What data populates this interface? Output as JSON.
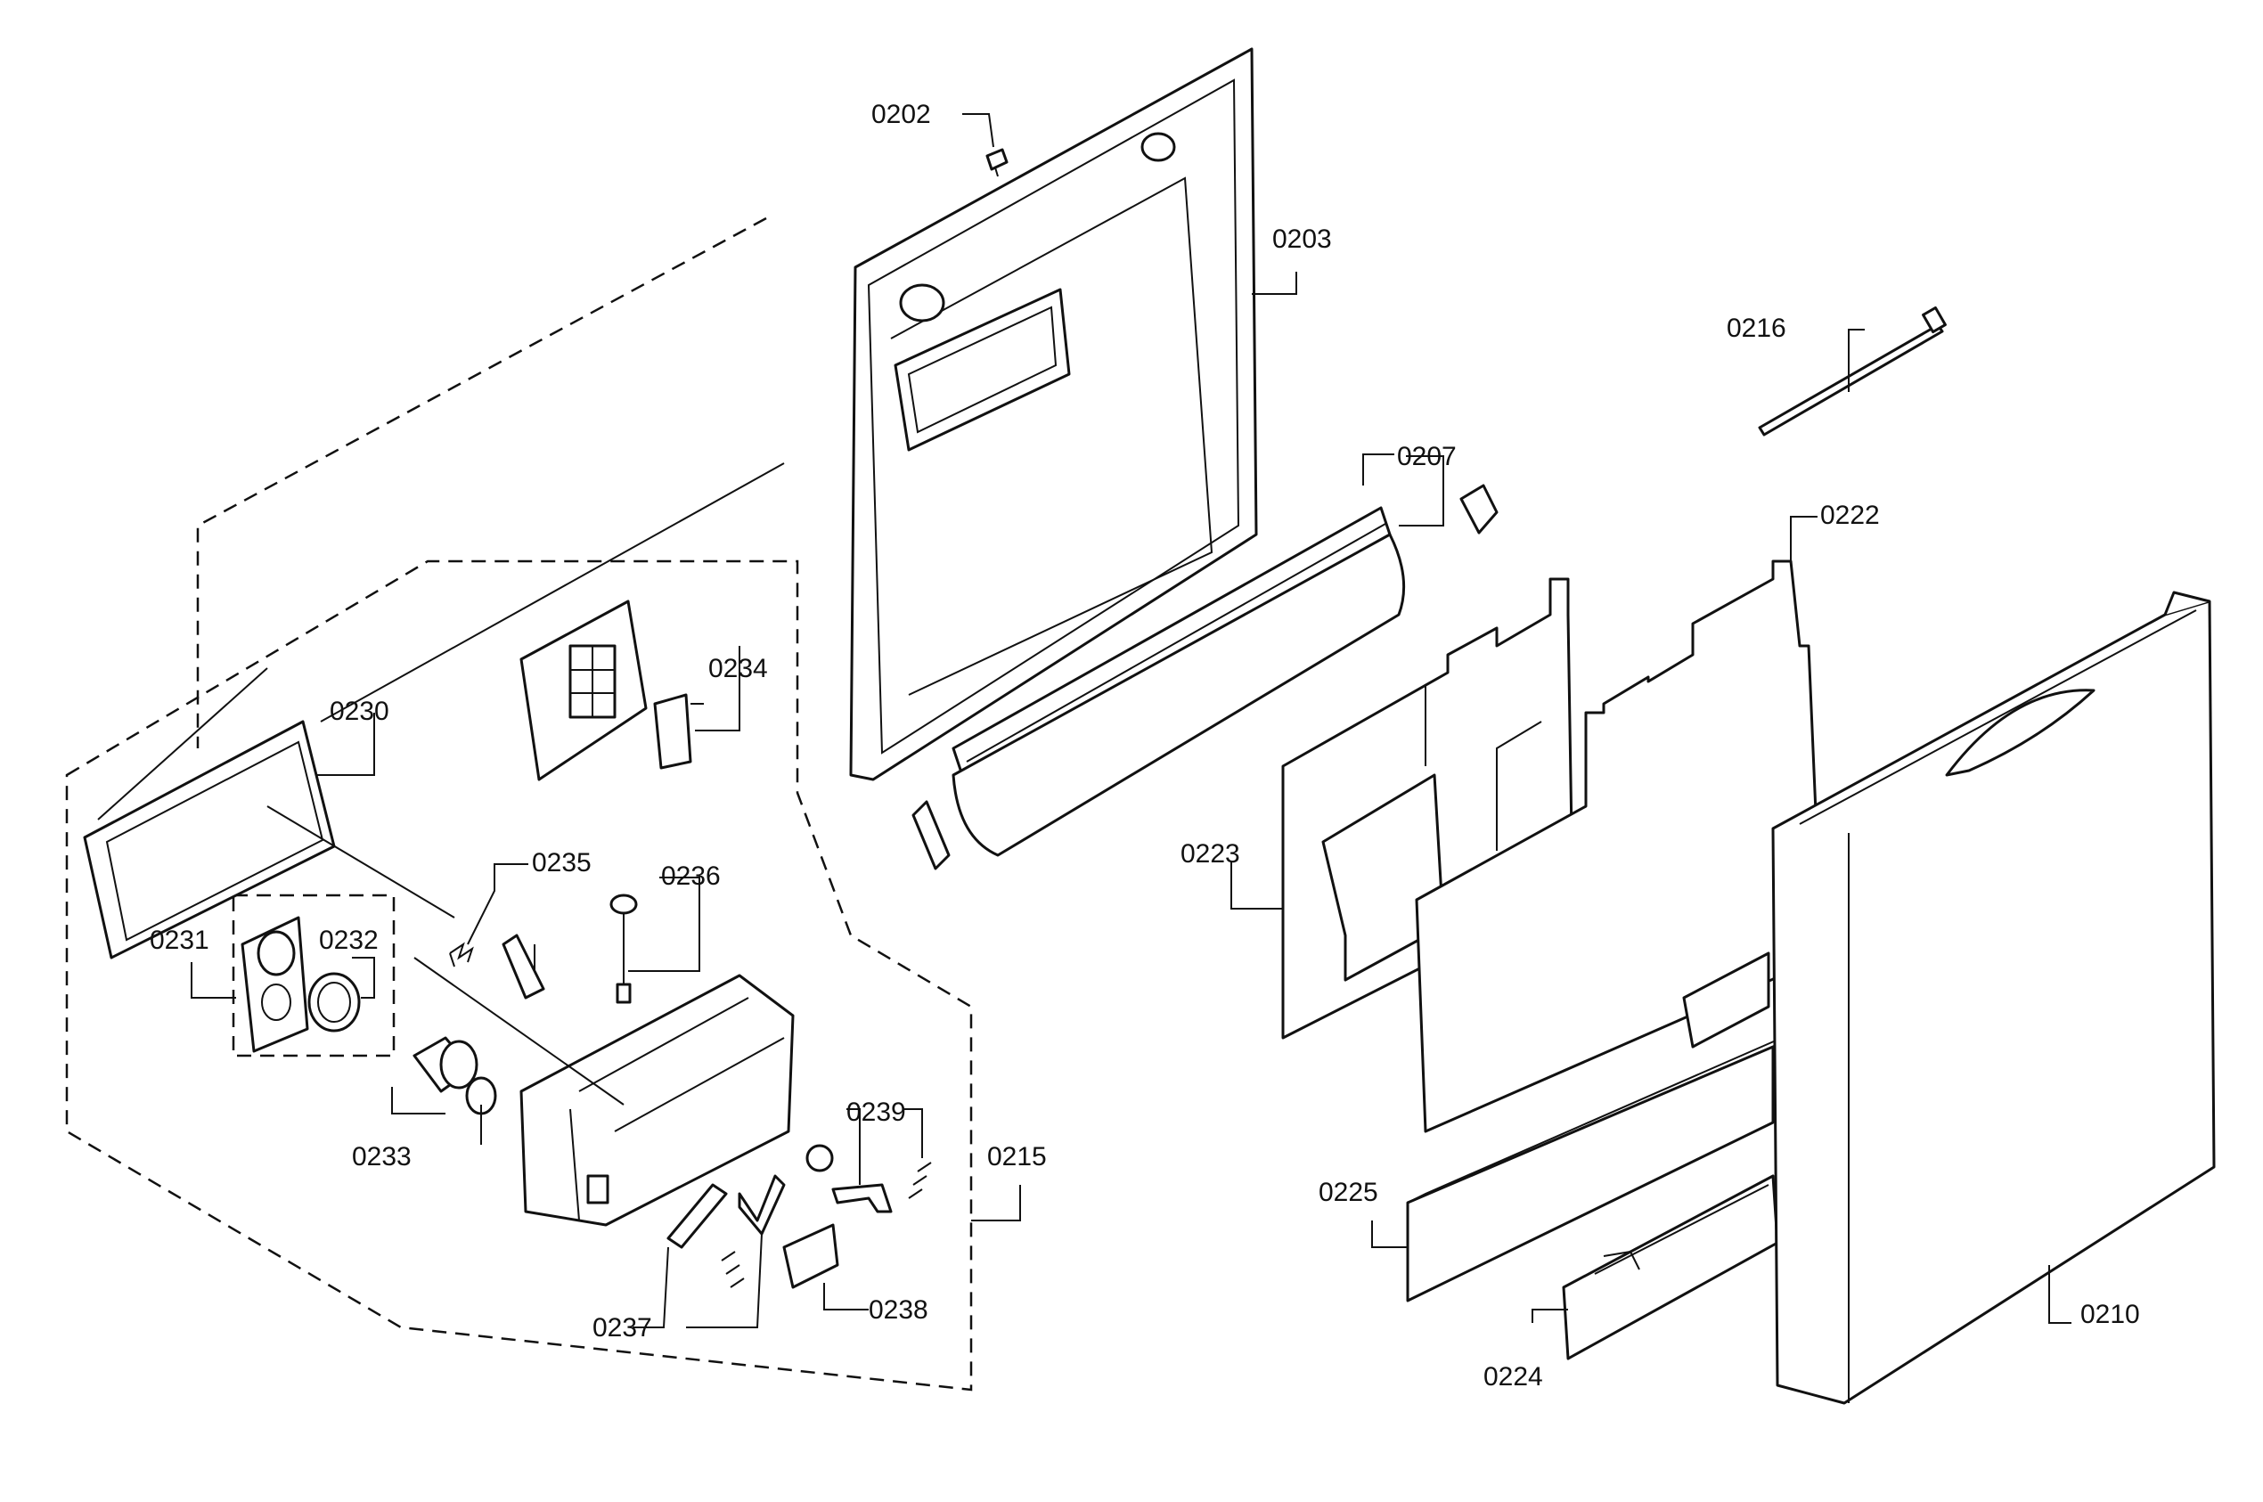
{
  "labels": {
    "p0202": "0202",
    "p0203": "0203",
    "p0207": "0207",
    "p0210": "0210",
    "p0215": "0215",
    "p0216": "0216",
    "p0222": "0222",
    "p0223": "0223",
    "p0224": "0224",
    "p0225": "0225",
    "p0230": "0230",
    "p0231": "0231",
    "p0232": "0232",
    "p0233": "0233",
    "p0234": "0234",
    "p0235": "0235",
    "p0236": "0236",
    "p0237": "0237",
    "p0238": "0238",
    "p0239": "0239"
  }
}
